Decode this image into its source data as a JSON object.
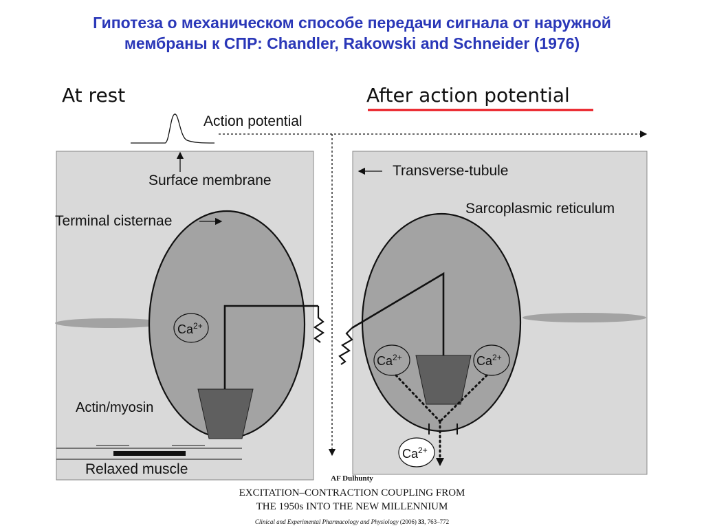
{
  "slide": {
    "title_line1": "Гипотеза о механическом способе передачи сигнала от наружной",
    "title_line2": "мембраны к СПР: Chandler, Rakowski and Schneider (1976)"
  },
  "panels": {
    "left_heading": "At rest",
    "right_heading": "After action potential"
  },
  "labels": {
    "action_potential": "Action potential",
    "surface_membrane": "Surface membrane",
    "terminal_cisternae": "Terminal cisternae",
    "transverse_tubule": "Transverse-tubule",
    "sarcoplasmic_reticulum": "Sarcoplasmic reticulum",
    "actin_myosin": "Actin/myosin",
    "relaxed_muscle": "Relaxed muscle",
    "ca": "Ca",
    "ca_charge": "2+"
  },
  "citation": {
    "author": "AF Dulhunty",
    "title_line1": "EXCITATION–CONTRACTION COUPLING FROM",
    "title_line2": "THE 1950s INTO THE NEW MILLENNIUM",
    "journal": "Clinical and Experimental Pharmacology and Physiology",
    "year": "(2006)",
    "volume": "33",
    "pages": ", 763–772"
  },
  "colors": {
    "title": "#2a37b8",
    "panel": "#d9d9d9",
    "organelle": "#a3a3a3",
    "foot": "#5f5f5f",
    "underline": "#e8141c"
  }
}
